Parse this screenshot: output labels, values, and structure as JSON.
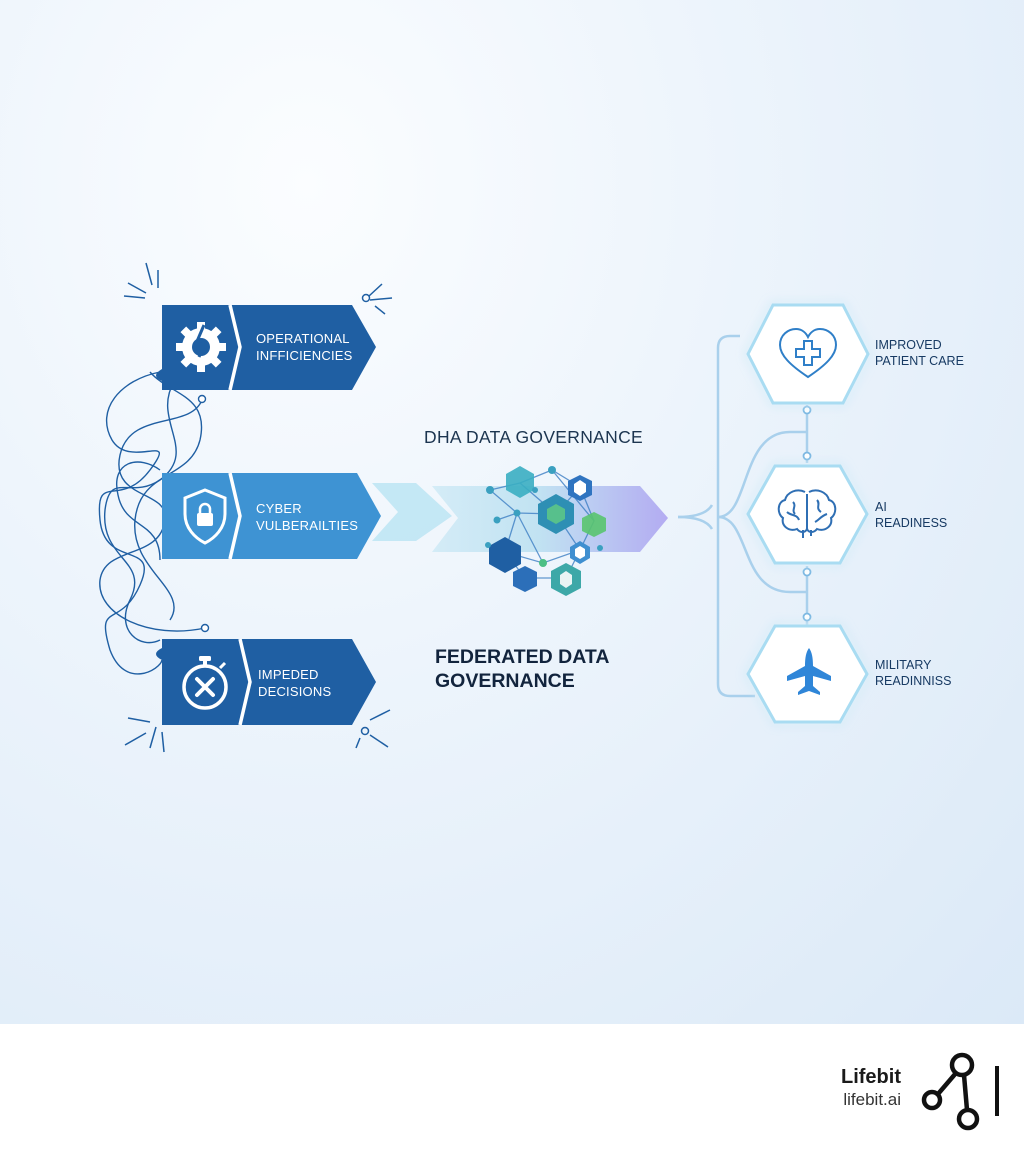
{
  "diagram": {
    "title": "DHA DATA GOVERNANCE",
    "subtitle": [
      "FEDERATED DATA",
      "GOVERNANCE"
    ],
    "challenges": [
      {
        "lines": [
          "OPERATIONAL",
          "INFFICIENCIES"
        ],
        "icon": "broken-gear-icon",
        "color": "#1f5fa3"
      },
      {
        "lines": [
          "CYBER",
          "VULBERAILTIES"
        ],
        "icon": "shield-lock-icon",
        "color": "#3e93d3"
      },
      {
        "lines": [
          "IMPEDED",
          "DECISIONS"
        ],
        "icon": "stopwatch-x-icon",
        "color": "#1f5fa3"
      }
    ],
    "outcomes": [
      {
        "lines": [
          "IMPROVED",
          "PATIENT CARE"
        ],
        "icon": "heart-medical-cross-icon"
      },
      {
        "lines": [
          "AI",
          "READINESS"
        ],
        "icon": "brain-icon"
      },
      {
        "lines": [
          "MILITARY",
          "READINNISS"
        ],
        "icon": "fighter-jet-icon"
      }
    ]
  },
  "footer": {
    "brand_name": "Lifebit",
    "brand_url": "lifebit.ai",
    "logo_icon": "lifebit-logo-icon"
  }
}
